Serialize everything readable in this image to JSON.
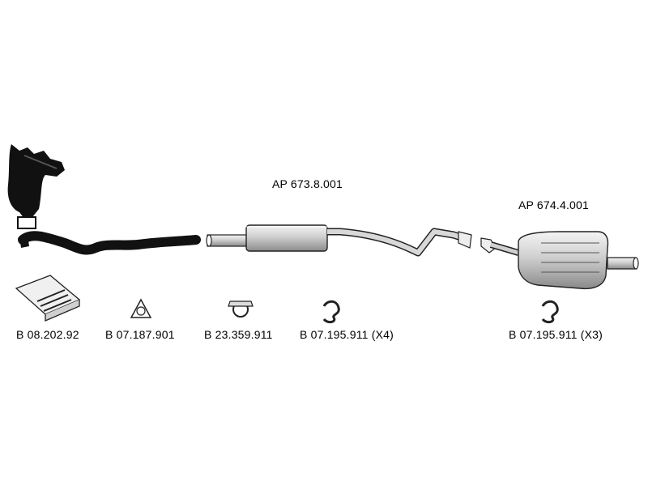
{
  "assemblies": [
    {
      "code": "AP 673.8.001"
    },
    {
      "code": "AP 674.4.001"
    }
  ],
  "parts": [
    {
      "code": "B 08.202.92",
      "icon": "gasket-box-icon"
    },
    {
      "code": "B 07.187.901",
      "icon": "triangle-gasket-icon"
    },
    {
      "code": "B 23.359.911",
      "icon": "pipe-clamp-icon"
    },
    {
      "code": "B 07.195.911 (X4)",
      "icon": "rubber-hanger-icon"
    },
    {
      "code": "B 07.195.911 (X3)",
      "icon": "rubber-hanger-icon"
    }
  ]
}
